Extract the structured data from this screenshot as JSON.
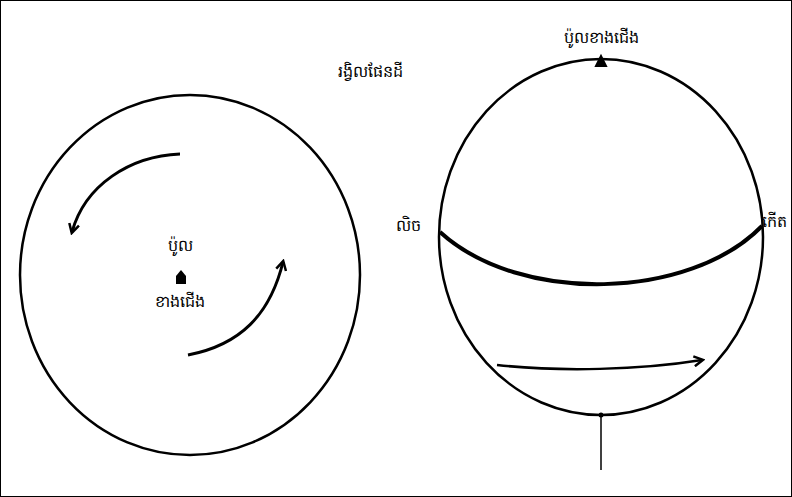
{
  "diagram": {
    "title": "រង្វិលផែនដី",
    "labels": [
      "ប៉ូលខាងជើង",
      "ប៉ូល",
      "ខាងជើង",
      "លិច",
      "កើត"
    ]
  }
}
